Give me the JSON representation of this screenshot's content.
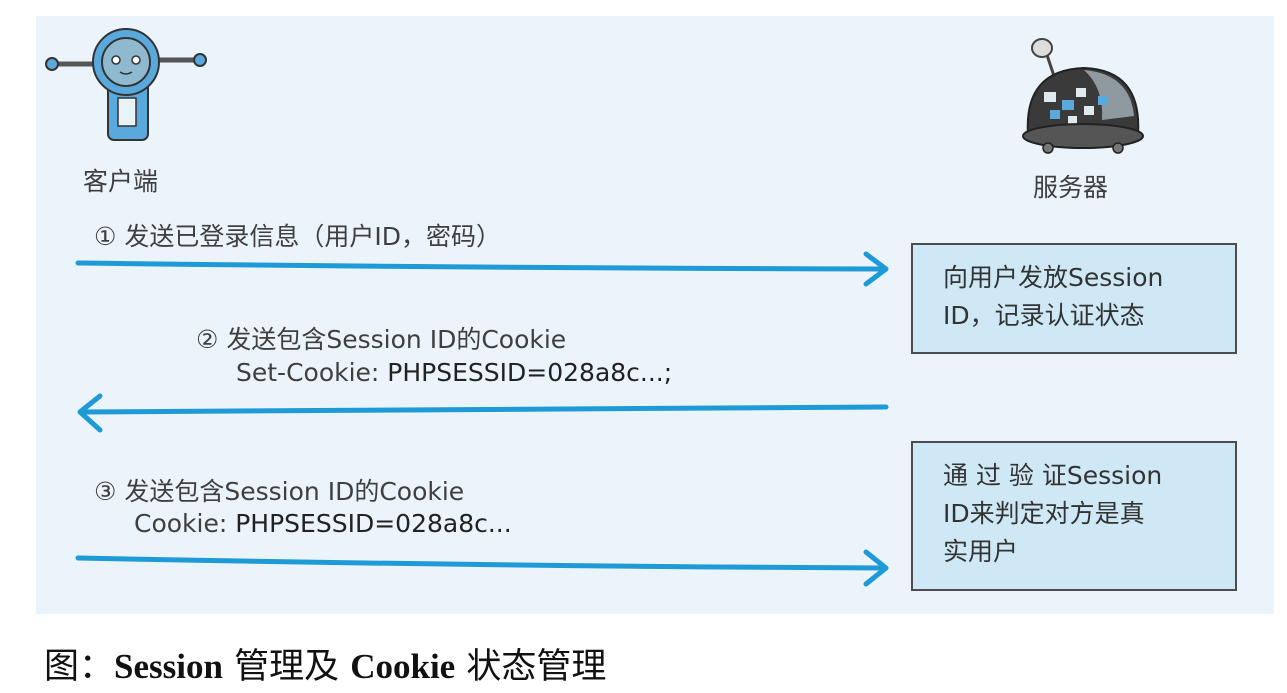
{
  "client_label": "客户端",
  "server_label": "服务器",
  "step1": {
    "text": "① 发送已登录信息（用户ID，密码）"
  },
  "step2": {
    "line1": "② 发送包含Session ID的Cookie",
    "line2_prefix": "Set-Cookie: ",
    "line2_value": "PHPSESSID=028a8c...;"
  },
  "step3": {
    "line1": "③ 发送包含Session ID的Cookie",
    "line2_prefix": "Cookie: ",
    "line2_value": "PHPSESSID=028a8c..."
  },
  "box1": {
    "line1": "向用户发放Session",
    "line2": "ID，记录认证状态"
  },
  "box2": {
    "line1": "通 过 验 证Session",
    "line2": "ID来判定对方是真",
    "line3": "实用户"
  },
  "caption": {
    "prefix": "图：",
    "part1": "Session",
    "part2": " 管理及 ",
    "part3": "Cookie",
    "part4": " 状态管理"
  },
  "colors": {
    "panel": "#eaf4fa",
    "arrow": "#1e9ad6",
    "box_fill": "#cfe8f5",
    "robot_blue": "#5aa9dc",
    "server_dark": "#3a3a3a"
  }
}
